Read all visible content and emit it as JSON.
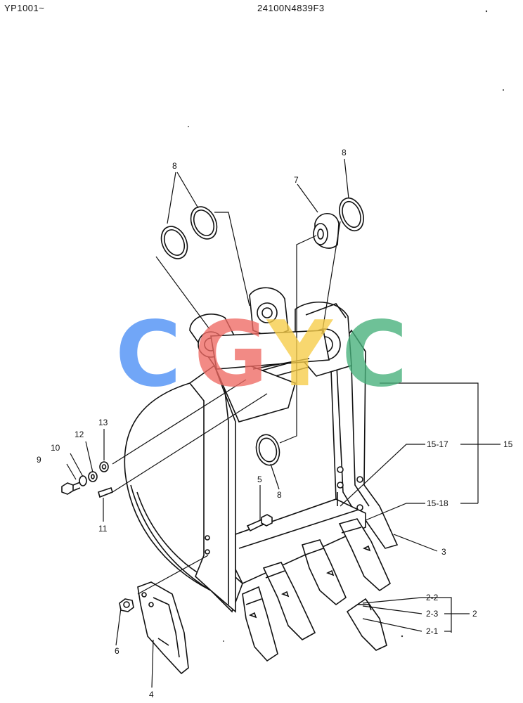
{
  "header": {
    "left": "YP1001~",
    "center": "24100N4839F3"
  },
  "watermark": {
    "letters": [
      "C",
      "G",
      "Y",
      "C"
    ],
    "colors": [
      "#4a8ef5",
      "#ef6a63",
      "#f7cc47",
      "#46b07a"
    ]
  },
  "labels": {
    "p8a": "8",
    "p8b": "8",
    "p8c": "8",
    "p7": "7",
    "p13": "13",
    "p12": "12",
    "p10": "10",
    "p9": "9",
    "p11": "11",
    "p5": "5",
    "p6": "6",
    "p4": "4",
    "p3": "3",
    "p15_17": "15-17",
    "p15": "15",
    "p15_18": "15-18",
    "p2_2": "2-2",
    "p2_3": "2-3",
    "p2_1": "2-1",
    "p2": "2"
  }
}
